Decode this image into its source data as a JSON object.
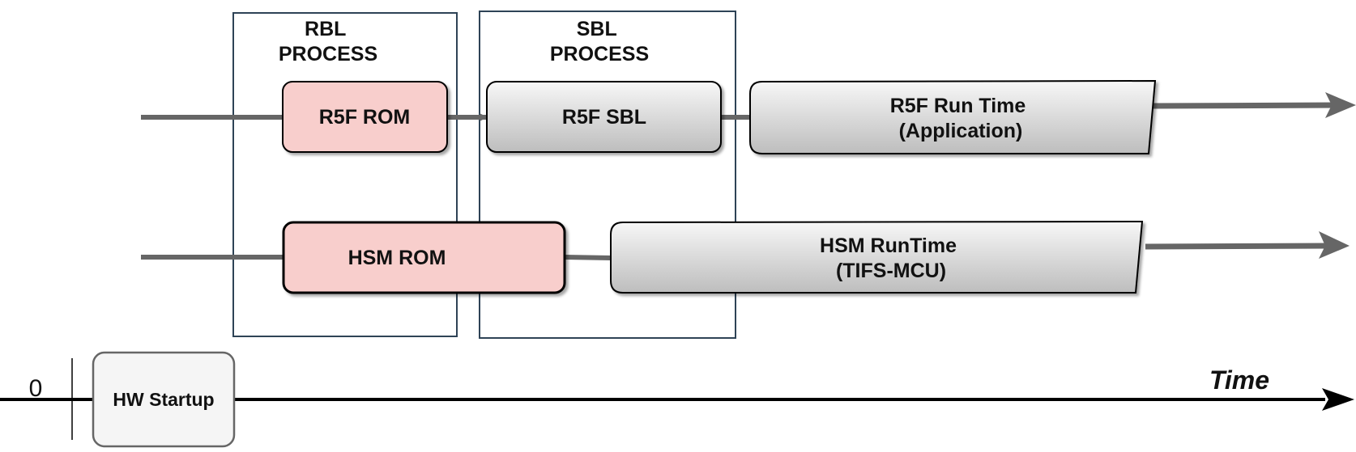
{
  "groups": {
    "rbl": {
      "line1": "RBL",
      "line2": "PROCESS"
    },
    "sbl": {
      "line1": "SBL",
      "line2": "PROCESS"
    }
  },
  "blocks": {
    "r5f_rom": "R5F ROM",
    "r5f_sbl": "R5F SBL",
    "r5f_runtime": {
      "line1": "R5F Run Time",
      "line2": "(Application)"
    },
    "hsm_rom": "HSM ROM",
    "hsm_runtime": {
      "line1": "HSM RunTime",
      "line2": "(TIFS-MCU)"
    },
    "hw_startup": "HW Startup"
  },
  "timeline": {
    "origin_label": "0",
    "axis_label": "Time"
  },
  "colors": {
    "rom_fill": "#f8cecc",
    "gray_fill_top": "#f7f7f7",
    "gray_fill_bottom": "#bdbdbd",
    "connector": "#666666",
    "group_border": "#2e4356",
    "hw_fill": "#f5f5f5"
  }
}
